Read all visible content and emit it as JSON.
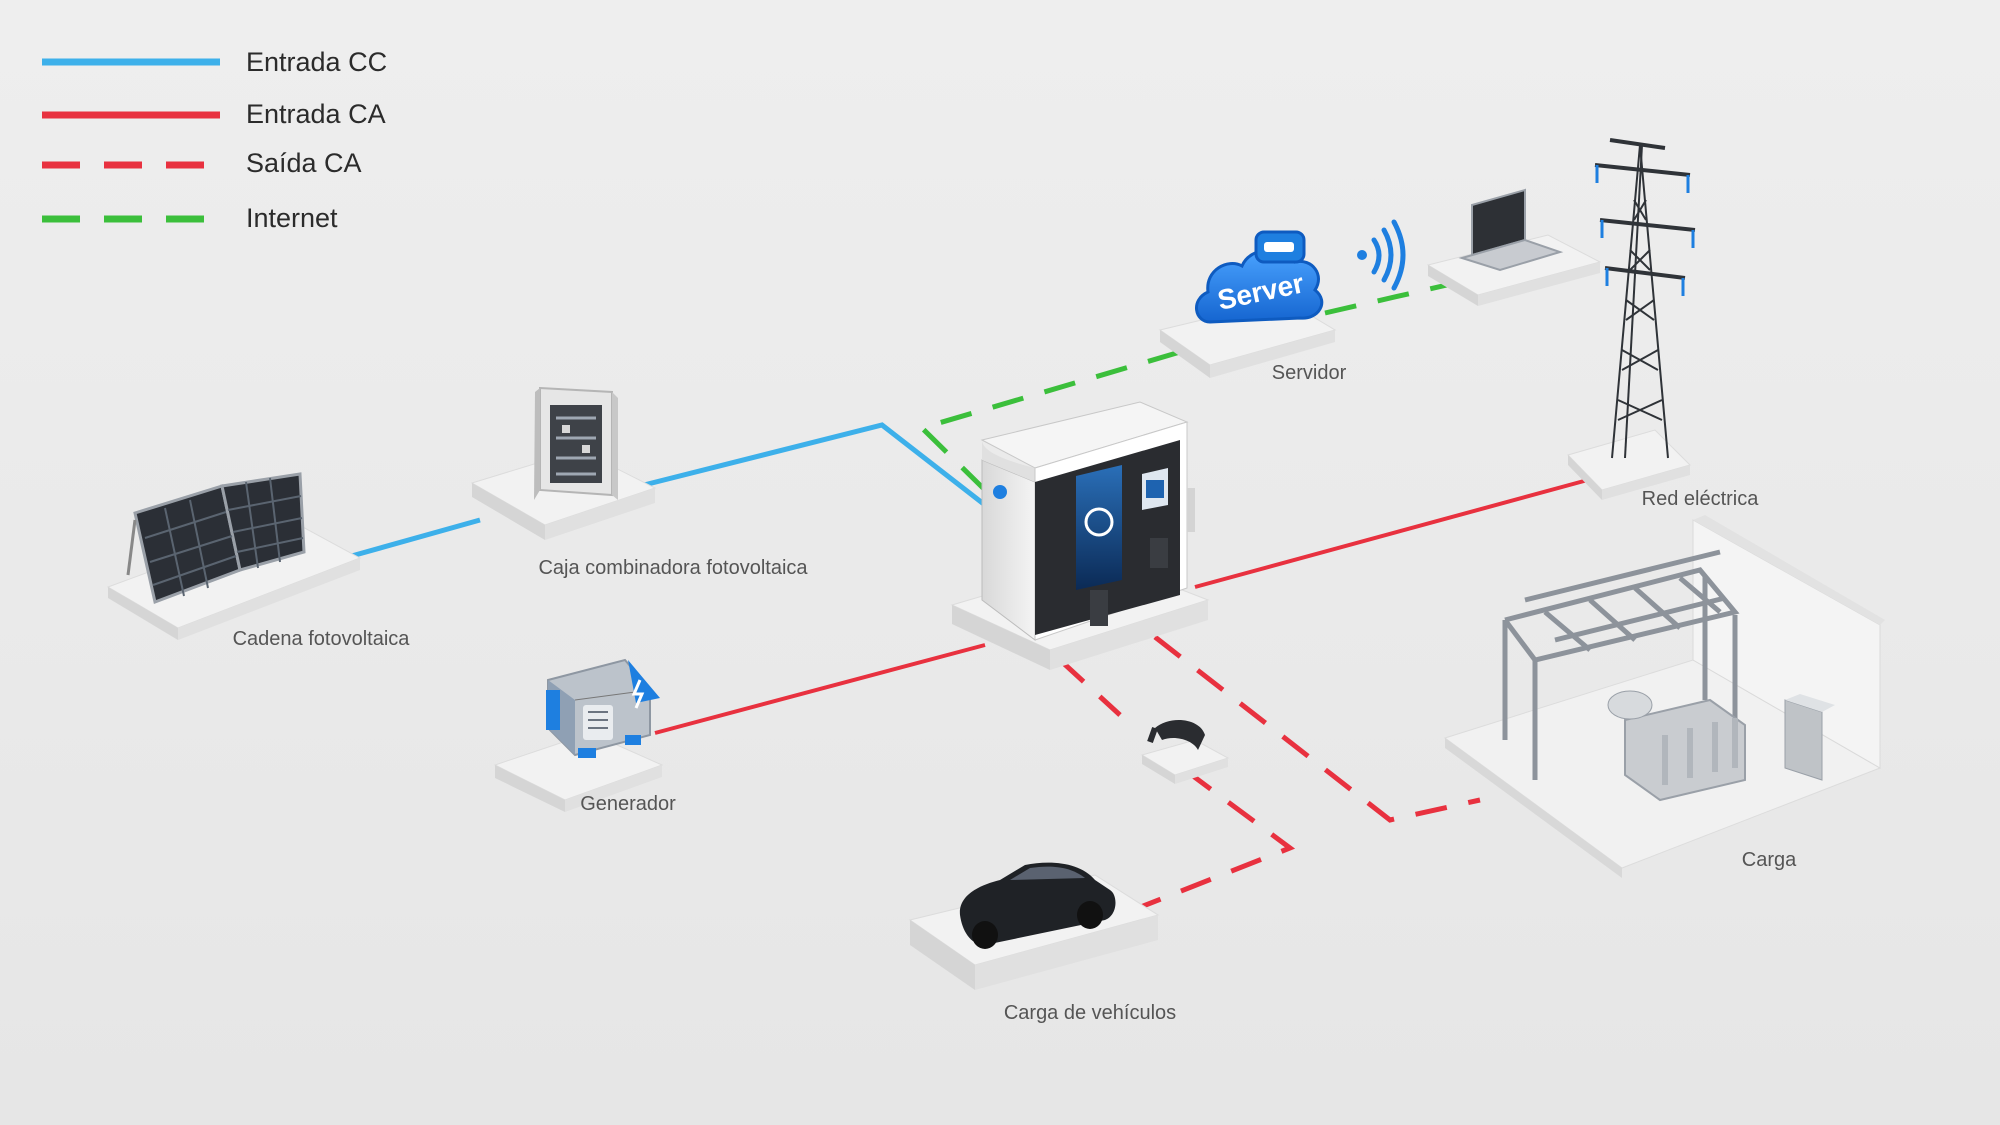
{
  "legend": [
    {
      "label": "Entrada CC",
      "color": "#3db0ea",
      "style": "solid"
    },
    {
      "label": "Entrada CA",
      "color": "#e8313f",
      "style": "solid"
    },
    {
      "label": "Saída CA",
      "color": "#e8313f",
      "style": "dashed"
    },
    {
      "label": "Internet",
      "color": "#3bbf3b",
      "style": "dashed"
    }
  ],
  "nodes": {
    "pv_string": {
      "label": "Cadena fotovoltaica"
    },
    "combiner_box": {
      "label": "Caja combinadora fotovoltaica"
    },
    "generator": {
      "label": "Generador"
    },
    "server": {
      "label": "Servidor",
      "icon_text": "Server"
    },
    "grid": {
      "label": "Red eléctrica"
    },
    "load": {
      "label": "Carga"
    },
    "ev_charging": {
      "label": "Carga de vehículos"
    },
    "cabinet": {
      "label": ""
    }
  },
  "colors": {
    "dc_input": "#3db0ea",
    "ac_input": "#e8313f",
    "ac_output": "#e8313f",
    "internet": "#3bbf3b",
    "server_blue": "#1e7fe0"
  }
}
